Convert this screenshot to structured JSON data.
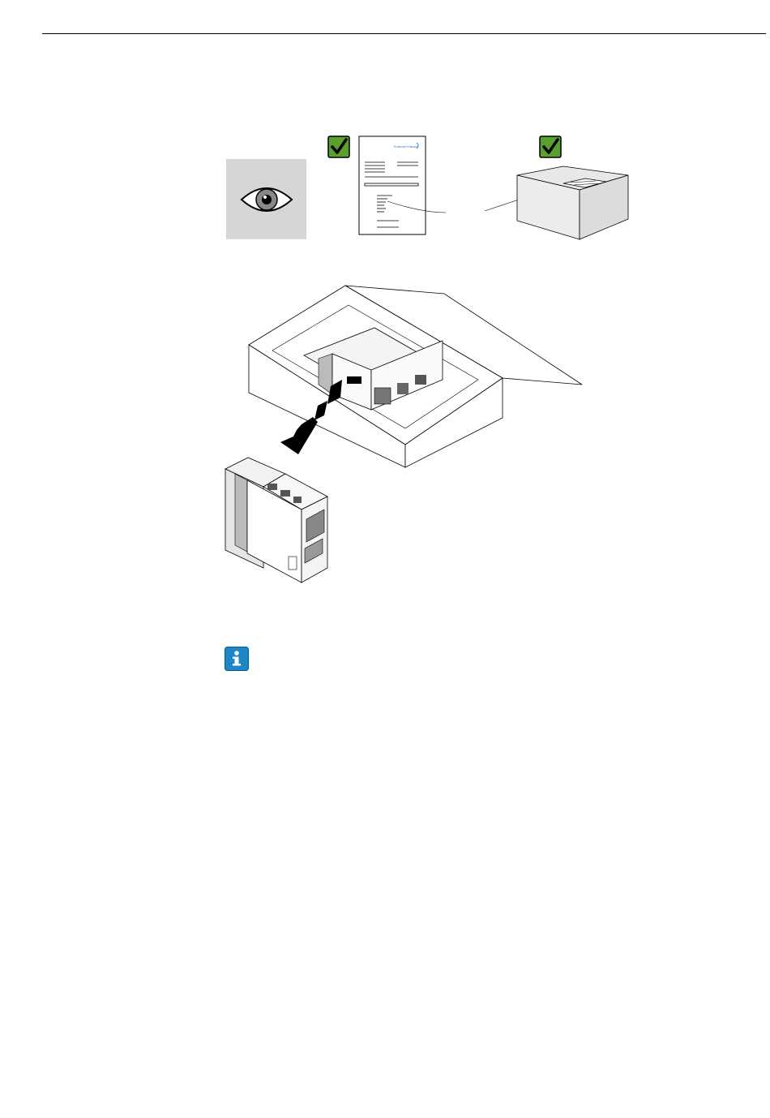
{
  "page": {
    "header_rule": true
  },
  "figure": {
    "delivery_note_logo_text": "Endress+Hauser",
    "checkmark_color": "#5aa02c",
    "eye_panel_color": "#d6d6d6",
    "info_icon_color": "#1e86c8",
    "icons": [
      "eye-icon",
      "checkmark-icon",
      "delivery-note-document",
      "package-box",
      "open-box-with-device",
      "arrow-icon",
      "device-unit",
      "info-icon"
    ]
  }
}
